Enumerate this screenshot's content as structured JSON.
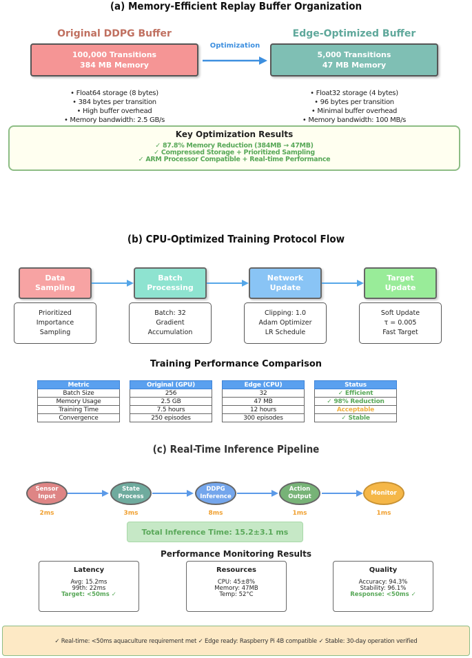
{
  "section_a": {
    "title": "(a) Memory-Efficient Replay Buffer Organization",
    "left_heading": "Original DDPG Buffer",
    "left_line1": "100,000 Transitions",
    "left_line2": "384 MB Memory",
    "right_heading": "Edge-Optimized Buffer",
    "right_line1": "5,000 Transitions",
    "right_line2": "47 MB Memory",
    "arrow_label": "Optimization",
    "left_bullets": [
      "• Float64 storage (8 bytes)",
      "• 384 bytes per transition",
      "• High buffer overhead",
      "• Memory bandwidth: 2.5 GB/s"
    ],
    "right_bullets": [
      "• Float32 storage (4 bytes)",
      "• 96 bytes per transition",
      "• Minimal buffer overhead",
      "• Memory bandwidth: 100 MB/s"
    ],
    "results_title": "Key Optimization Results",
    "results": [
      "✓ 87.8% Memory Reduction (384MB → 47MB)",
      "✓ Compressed Storage + Prioritized Sampling",
      "✓ ARM Processor Compatible + Real-time Performance"
    ],
    "colors": {
      "left": "#f59595",
      "right": "#7fbfb4",
      "left_heading": "#c07060",
      "right_heading": "#5fa89b",
      "arrow": "#3d8fdf"
    }
  },
  "section_b": {
    "title": "(b) CPU-Optimized Training Protocol Flow",
    "steps": [
      {
        "l1": "Data",
        "l2": "Sampling",
        "details": [
          "Prioritized",
          "Importance",
          "Sampling"
        ],
        "color": "#f7a3a3"
      },
      {
        "l1": "Batch",
        "l2": "Processing",
        "details": [
          "Batch: 32",
          "Gradient",
          "Accumulation"
        ],
        "color": "#8ee3d0"
      },
      {
        "l1": "Network",
        "l2": "Update",
        "details": [
          "Clipping: 1.0",
          "Adam Optimizer",
          "LR Schedule"
        ],
        "color": "#89c4f5"
      },
      {
        "l1": "Target",
        "l2": "Update",
        "details": [
          "Soft Update",
          "τ = 0.005",
          "Fast Target"
        ],
        "color": "#99ec99"
      }
    ],
    "table_title": "Training Performance Comparison",
    "table": {
      "headers": [
        "Metric",
        "Original (GPU)",
        "Edge (CPU)",
        "Status"
      ],
      "rows": [
        [
          "Batch Size",
          "256",
          "32",
          "✓ Efficient"
        ],
        [
          "Memory Usage",
          "2.5 GB",
          "47 MB",
          "✓ 98% Reduction"
        ],
        [
          "Training Time",
          "7.5 hours",
          "12 hours",
          "Acceptable"
        ],
        [
          "Convergence",
          "250 episodes",
          "300 episodes",
          "✓ Stable"
        ]
      ],
      "status_colors": [
        "#58a858",
        "#58a858",
        "#f0b040",
        "#58a858"
      ]
    }
  },
  "section_c": {
    "title": "(c) Real-Time Inference Pipeline",
    "nodes": [
      {
        "l1": "Sensor",
        "l2": "Input",
        "ms": "2ms",
        "color": "#de8585"
      },
      {
        "l1": "State",
        "l2": "Process",
        "ms": "3ms",
        "color": "#6fab9e"
      },
      {
        "l1": "DDPG",
        "l2": "Inference",
        "ms": "8ms",
        "color": "#74a6ec"
      },
      {
        "l1": "Action",
        "l2": "Output",
        "ms": "1ms",
        "color": "#77b377"
      },
      {
        "l1": "Monitor",
        "l2": "",
        "ms": "1ms",
        "color": "#f5b748"
      }
    ],
    "total_time": "Total Inference Time: 15.2±3.1 ms",
    "monitor_title": "Performance Monitoring Results",
    "panels": [
      {
        "title": "Latency",
        "lines": [
          "Avg: 15.2ms",
          "99th: 22ms"
        ],
        "highlight": "Target: <50ms ✓"
      },
      {
        "title": "Resources",
        "lines": [
          "CPU: 45±8%",
          "Memory: 47MB",
          "Temp: 52°C"
        ],
        "highlight": ""
      },
      {
        "title": "Quality",
        "lines": [
          "Accuracy: 94.3%",
          "Stability: 96.1%"
        ],
        "highlight": "Response: <50ms ✓"
      }
    ]
  },
  "footer": "✓ Real-time: <50ms aquaculture requirement met  ✓ Edge ready: Raspberry Pi 4B compatible  ✓ Stable: 30-day operation verified"
}
